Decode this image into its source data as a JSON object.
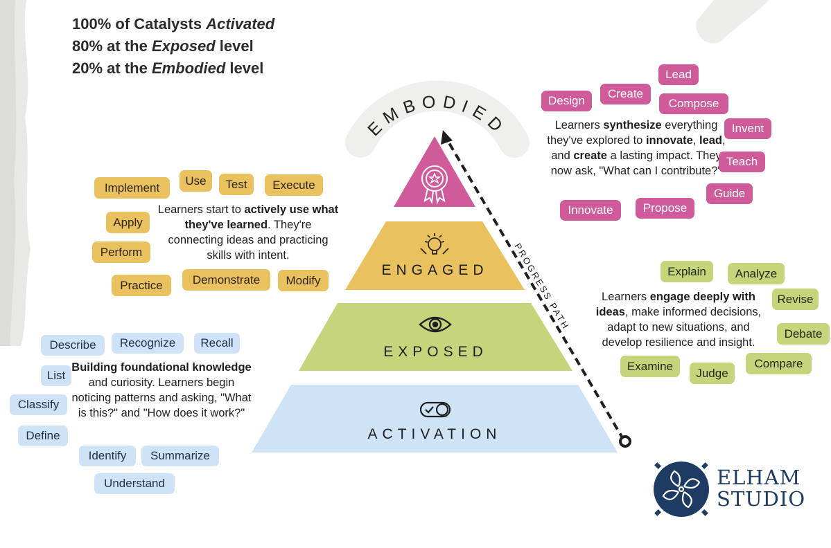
{
  "stats": [
    {
      "pre": "100% of Catalysts ",
      "em": "Activated",
      "post": ""
    },
    {
      "pre": "80% at the ",
      "em": "Exposed",
      "post": " level"
    },
    {
      "pre": "20% at the ",
      "em": "Embodied",
      "post": " level"
    }
  ],
  "levels": {
    "embodied": "EMBODIED",
    "engaged": "ENGAGED",
    "exposed": "EXPOSED",
    "activation": "ACTIVATION"
  },
  "progress_label": "PROGRESS PATH",
  "descriptions": {
    "embodied": {
      "p1": "Learners ",
      "b1": "synthesize",
      "p2": " everything they've explored to ",
      "b2": "innovate",
      "p3": ", ",
      "b3": "lead",
      "p4": ", and ",
      "b4": "create",
      "p5": " a lasting impact. They now ask, \"What can I contribute?\""
    },
    "engaged": {
      "p1": "Learners start to ",
      "b1": "actively use what they've learned",
      "p2": ". They're connecting ideas and practicing skills with intent."
    },
    "exposed": {
      "p1": "Learners ",
      "b1": "engage deeply with ideas",
      "p2": ", make informed decisions, adapt to new situations, and develop resilience and insight."
    },
    "activation": {
      "b1": "Building foundational knowledge",
      "p1": " and curiosity. Learners begin noticing patterns and asking, \"What is this?\" and \"How does it work?\""
    }
  },
  "tags": {
    "pink": [
      "Lead",
      "Design",
      "Create",
      "Compose",
      "Invent",
      "Teach",
      "Guide",
      "Innovate",
      "Propose"
    ],
    "yellow": [
      "Implement",
      "Use",
      "Test",
      "Execute",
      "Apply",
      "Perform",
      "Practice",
      "Demonstrate",
      "Modify"
    ],
    "green": [
      "Explain",
      "Analyze",
      "Revise",
      "Debate",
      "Examine",
      "Judge",
      "Compare"
    ],
    "blue": [
      "Describe",
      "Recognize",
      "Recall",
      "List",
      "Classify",
      "Define",
      "Identify",
      "Summarize",
      "Understand"
    ]
  },
  "colors": {
    "pink": "#cf5b9b",
    "yellow": "#e9c15e",
    "green": "#c6d47b",
    "blue": "#cfe3f6",
    "navy": "#1d3b63"
  },
  "icons": [
    "award-ribbon-icon",
    "lightbulb-gear-icon",
    "eye-icon",
    "toggle-check-icon"
  ],
  "logo": {
    "line1": "ELHAM",
    "line2": "STUDIO"
  }
}
